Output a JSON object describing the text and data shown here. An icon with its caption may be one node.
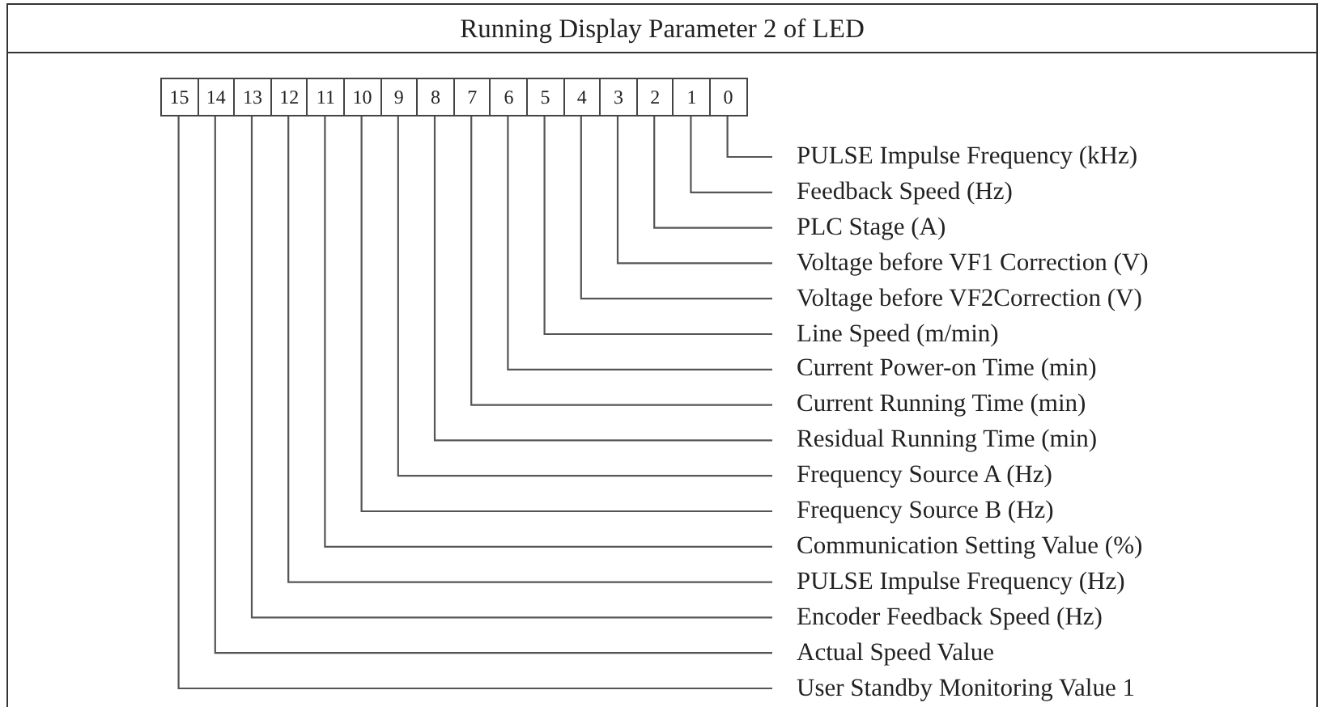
{
  "diagram": {
    "title": "Running Display Parameter 2 of LED",
    "nodes": [
      {
        "text": [
          "15"
        ]
      },
      {
        "text": [
          "14"
        ]
      },
      {
        "text": [
          "13"
        ]
      },
      {
        "text": [
          "12"
        ]
      },
      {
        "text": [
          "11"
        ]
      },
      {
        "text": [
          "10"
        ]
      },
      {
        "text": [
          "9"
        ]
      },
      {
        "text": [
          "8"
        ]
      },
      {
        "text": [
          "7"
        ]
      },
      {
        "text": [
          "6"
        ]
      },
      {
        "text": [
          "5"
        ]
      },
      {
        "text": [
          "4"
        ]
      },
      {
        "text": [
          "3"
        ]
      },
      {
        "text": [
          "2"
        ]
      },
      {
        "text": [
          "1"
        ]
      },
      {
        "text": [
          "0"
        ]
      },
      {
        "text": [
          "PULSE Impulse Frequency (kHz)"
        ]
      },
      {
        "text": [
          "Feedback Speed (Hz)"
        ]
      },
      {
        "text": [
          "PLC Stage (A)"
        ]
      },
      {
        "text": [
          "Voltage before VF1 Correction (V)"
        ]
      },
      {
        "text": [
          "Voltage before VF2Correction (V)"
        ]
      },
      {
        "text": [
          "Line Speed (m/min)"
        ]
      },
      {
        "text": [
          "Current Power-on Time (min)"
        ]
      },
      {
        "text": [
          "Current Running Time (min)"
        ]
      },
      {
        "text": [
          "Residual Running Time (min)"
        ]
      },
      {
        "text": [
          "Frequency Source A (Hz)"
        ]
      },
      {
        "text": [
          "Frequency Source B (Hz)"
        ]
      },
      {
        "text": [
          "Communication Setting Value (%)"
        ]
      },
      {
        "text": [
          "PULSE Impulse Frequency (Hz)"
        ]
      },
      {
        "text": [
          "Encoder Feedback Speed (Hz)"
        ]
      },
      {
        "text": [
          "Actual Speed Value"
        ]
      },
      {
        "text": [
          "User Standby Monitoring Value 1"
        ]
      }
    ],
    "edges": [
      {
        "from": 15,
        "to": 16,
        "arrow": "none"
      },
      {
        "from": 14,
        "to": 17,
        "arrow": "none"
      },
      {
        "from": 13,
        "to": 18,
        "arrow": "none"
      },
      {
        "from": 12,
        "to": 19,
        "arrow": "none"
      },
      {
        "from": 11,
        "to": 20,
        "arrow": "none"
      },
      {
        "from": 10,
        "to": 21,
        "arrow": "none"
      },
      {
        "from": 9,
        "to": 22,
        "arrow": "none"
      },
      {
        "from": 8,
        "to": 23,
        "arrow": "none"
      },
      {
        "from": 7,
        "to": 24,
        "arrow": "none"
      },
      {
        "from": 6,
        "to": 25,
        "arrow": "none"
      },
      {
        "from": 5,
        "to": 26,
        "arrow": "none"
      },
      {
        "from": 4,
        "to": 27,
        "arrow": "none"
      },
      {
        "from": 3,
        "to": 28,
        "arrow": "none"
      },
      {
        "from": 2,
        "to": 29,
        "arrow": "none"
      },
      {
        "from": 1,
        "to": 30,
        "arrow": "none"
      },
      {
        "from": 0,
        "to": 31,
        "arrow": "none"
      }
    ]
  }
}
